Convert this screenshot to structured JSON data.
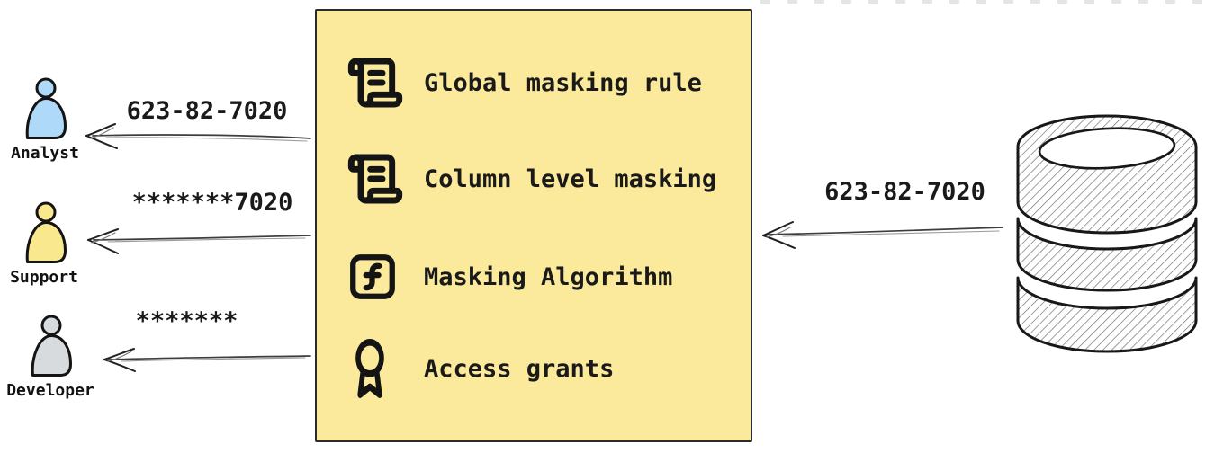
{
  "background_color": "#ffffff",
  "text_color": "#1a1a1a",
  "users": [
    {
      "name": "Analyst",
      "icon": "person-icon",
      "color": "#aed9f8",
      "received_value": "623-82-7020"
    },
    {
      "name": "Support",
      "icon": "person-icon",
      "color": "#fae88e",
      "received_value": "*******7020"
    },
    {
      "name": "Developer",
      "icon": "person-icon",
      "color": "#d8dbde",
      "received_value": "*******"
    }
  ],
  "masking_box": {
    "background": "#fbea9b",
    "border_color": "#2b2b2b",
    "items": [
      {
        "icon": "scroll-text-icon",
        "label": "Global masking rule"
      },
      {
        "icon": "scroll-text-icon",
        "label": "Column level masking"
      },
      {
        "icon": "function-square-icon",
        "label": "Masking Algorithm"
      },
      {
        "icon": "award-icon",
        "label": "Access grants"
      }
    ]
  },
  "database": {
    "icon": "database-icon",
    "sent_value": "623-82-7020"
  }
}
